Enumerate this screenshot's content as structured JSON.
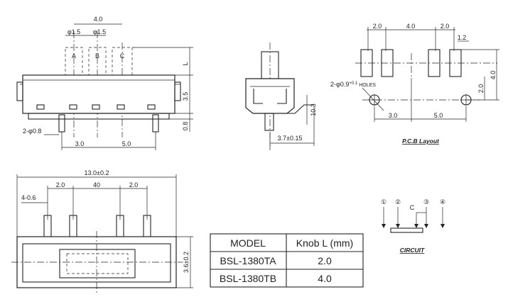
{
  "front_view": {
    "dim_top": "4.0",
    "dim_pin1": "φ1.5",
    "dim_pin2": "φ1.5",
    "pin_labels": [
      "A",
      "B",
      "C"
    ],
    "dim_L": "L",
    "dim_height": "3.5",
    "dim_base": "0.8",
    "dim_lead": "2-φ0.8",
    "dim_bottom_left": "3.0",
    "dim_bottom_right": "5.0"
  },
  "side_view": {
    "dim_lead_h": "10.3",
    "dim_width": "3.7±0.15"
  },
  "pcb_layout": {
    "dim_top": [
      "2.0",
      "4.0",
      "2.0"
    ],
    "dim_pad_w": "1.2",
    "dim_height": "4.0",
    "dim_mid": "2.0",
    "holes_label_main": "2-φ0.9",
    "holes_label_tol": "+0.1",
    "holes_label_tail": "HOLES",
    "dim_bottom_left": "3.0",
    "dim_bottom_right": "5.0",
    "caption": "P.C.B Layout"
  },
  "bottom_view": {
    "dim_overall": "13.0±0.2",
    "dim_pins": "4-0.6",
    "dim_top": [
      "2.0",
      "40",
      "2.0"
    ],
    "dim_height": "3.6±0.2"
  },
  "circuit": {
    "terminals": [
      "①",
      "②",
      "③",
      "④"
    ],
    "common_label": "C",
    "caption": "CIRCUIT"
  },
  "model_table": {
    "headers": [
      "MODEL",
      "Knob L (mm)"
    ],
    "rows": [
      [
        "BSL-1380TA",
        "2.0"
      ],
      [
        "BSL-1380TB",
        "4.0"
      ]
    ]
  }
}
